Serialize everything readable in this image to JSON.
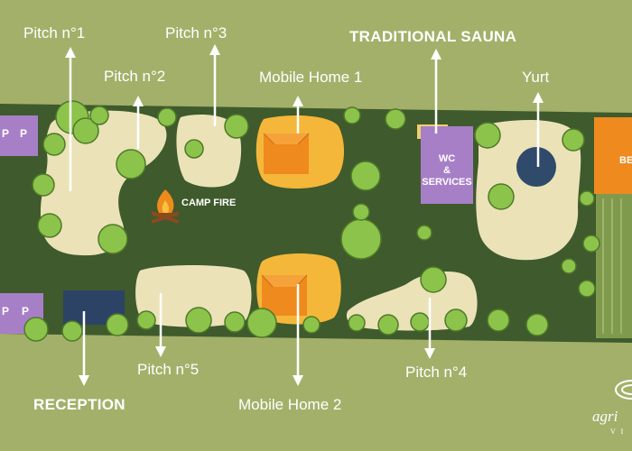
{
  "labels": {
    "pitch1": "Pitch n°1",
    "pitch2": "Pitch n°2",
    "pitch3": "Pitch n°3",
    "pitch4": "Pitch n°4",
    "pitch5": "Pitch n°5",
    "mobile_home_1": "Mobile Home 1",
    "mobile_home_2": "Mobile Home 2",
    "traditional_sauna": "TRADITIONAL SAUNA",
    "yurt": "Yurt",
    "reception": "RECEPTION",
    "camp_fire": "CAMP FIRE",
    "wc_services": "WC\n&\nSERVICES",
    "parking_p": "P",
    "partial_right": "BE"
  },
  "logo": {
    "text": "agri",
    "sub": "V I"
  },
  "colors": {
    "background": "#a3b06a",
    "grass": "#3f5a2c",
    "sand": "#ebe2b8",
    "mobile_home": "#f4b73a",
    "services": "#a77fc7",
    "yurt": "#2f4a6b",
    "reception": "#2c4366",
    "orange": "#ef8a1e",
    "tree": "#8cc34a"
  }
}
